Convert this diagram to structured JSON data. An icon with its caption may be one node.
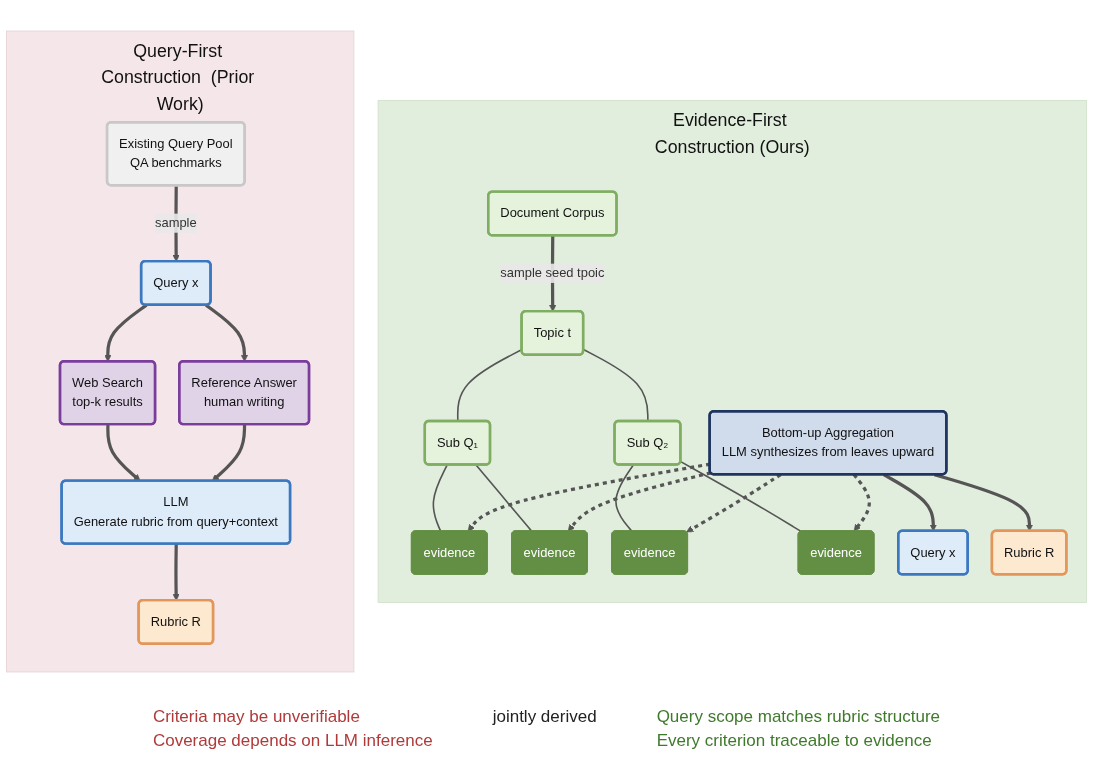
{
  "diagram": {
    "nodes": [
      {
        "text": [
          "Query-First Construction  (Prior Work)"
        ]
      },
      {
        "text": [
          "Existing Query Pool",
          "QA benchmarks"
        ],
        "in": 0
      },
      {
        "text": [
          "Query x"
        ],
        "in": 0
      },
      {
        "text": [
          "Web Search",
          "top-k results"
        ],
        "in": 0
      },
      {
        "text": [
          "Reference Answer",
          "human writing"
        ],
        "in": 0
      },
      {
        "text": [
          "LLM",
          "Generate rubric from query+context"
        ],
        "in": 0
      },
      {
        "text": [
          "Rubric R"
        ],
        "in": 0
      },
      {
        "text": [
          "Evidence-First Construction (Ours)"
        ]
      },
      {
        "text": [
          "Document Corpus"
        ],
        "in": 7
      },
      {
        "text": [
          "Topic t"
        ],
        "in": 7
      },
      {
        "text": [
          "Sub Q₁"
        ],
        "in": 7
      },
      {
        "text": [
          "Sub Q₂"
        ],
        "in": 7
      },
      {
        "text": [
          "evidence"
        ],
        "in": 7
      },
      {
        "text": [
          "evidence"
        ],
        "in": 7
      },
      {
        "text": [
          "evidence"
        ],
        "in": 7
      },
      {
        "text": [
          "evidence"
        ],
        "in": 7
      },
      {
        "text": [
          "Bottom-up Aggregation",
          "LLM synthesizes from leaves upward"
        ],
        "in": 7
      },
      {
        "text": [
          "Query x"
        ],
        "in": 7
      },
      {
        "text": [
          "Rubric R"
        ],
        "in": 7
      }
    ],
    "edges": [
      {
        "from": 1,
        "to": 2,
        "arrow": "to",
        "label": "sample"
      },
      {
        "from": 2,
        "to": 3,
        "arrow": "to"
      },
      {
        "from": 2,
        "to": 4,
        "arrow": "to"
      },
      {
        "from": 3,
        "to": 5,
        "arrow": "to"
      },
      {
        "from": 4,
        "to": 5,
        "arrow": "to"
      },
      {
        "from": 5,
        "to": 6,
        "arrow": "to"
      },
      {
        "from": 8,
        "to": 9,
        "arrow": "to",
        "label": "sample seed tpoic"
      },
      {
        "from": 9,
        "to": 10,
        "arrow": "none"
      },
      {
        "from": 9,
        "to": 11,
        "arrow": "none"
      },
      {
        "from": 10,
        "to": 12,
        "arrow": "none"
      },
      {
        "from": 10,
        "to": 13,
        "arrow": "none"
      },
      {
        "from": 11,
        "to": 14,
        "arrow": "none"
      },
      {
        "from": 11,
        "to": 15,
        "arrow": "none"
      },
      {
        "from": 16,
        "to": 12,
        "arrow": "to",
        "style": "dashed"
      },
      {
        "from": 16,
        "to": 13,
        "arrow": "to",
        "style": "dashed"
      },
      {
        "from": 16,
        "to": 14,
        "arrow": "to",
        "style": "dashed"
      },
      {
        "from": 16,
        "to": 15,
        "arrow": "to",
        "style": "dashed"
      },
      {
        "from": 16,
        "to": 17,
        "arrow": "to"
      },
      {
        "from": 16,
        "to": 18,
        "arrow": "to"
      }
    ],
    "labels": [
      "jointly derived",
      "Criteria may be unverifiable",
      "Coverage depends on LLM inference",
      "Query scope matches rubric structure",
      "Every criterion traceable to evidence"
    ]
  }
}
